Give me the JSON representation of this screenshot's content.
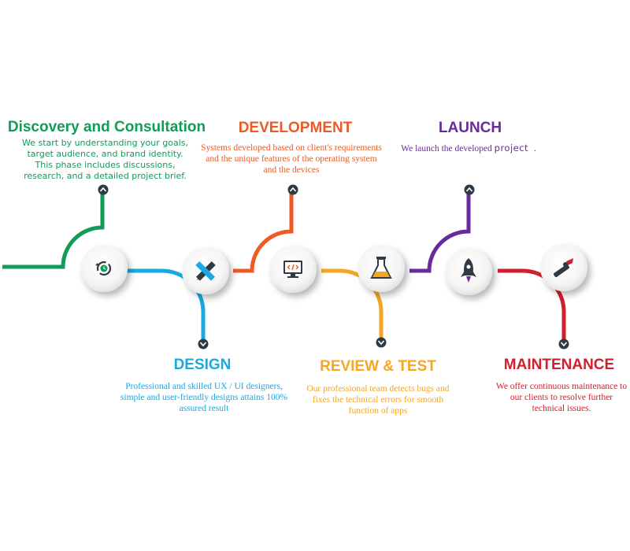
{
  "colors": {
    "discovery": "#0f9d58",
    "design": "#1aa9e0",
    "development": "#ee5a24",
    "review": "#f5a623",
    "launch": "#6a2b9a",
    "maintenance": "#d0202e",
    "icon_dark": "#2e3a44"
  },
  "stages": [
    {
      "id": "discovery",
      "title": "Discovery and Consultation",
      "description": "We start by understanding your goals, target audience, and brand identity. This phase includes discussions, research, and a detailed project brief.",
      "icon": "refresh-clock-icon"
    },
    {
      "id": "design",
      "title": "DESIGN",
      "description": "Professional and skilled UX / UI designers, simple and user-friendly designs attains 100% assured result",
      "icon": "pencil-ruler-icon"
    },
    {
      "id": "development",
      "title": "DEVELOPMENT",
      "description": "Systems developed based on client's requirements and the unique features of the operating system and the devices",
      "icon": "code-monitor-icon"
    },
    {
      "id": "review",
      "title": "REVIEW & TEST",
      "description": "Our professional team detects bugs and fixes the technical errors for smooth function of apps",
      "icon": "flask-icon"
    },
    {
      "id": "launch",
      "title": "LAUNCH",
      "description_prefix": "We launch the developed",
      "description_highlight": "project",
      "description_suffix": ".",
      "icon": "rocket-icon"
    },
    {
      "id": "maintenance",
      "title": "MAINTENANCE",
      "description": "We offer continuous maintenance to our clients to resolve further technical issues.",
      "icon": "wrench-icon"
    }
  ]
}
